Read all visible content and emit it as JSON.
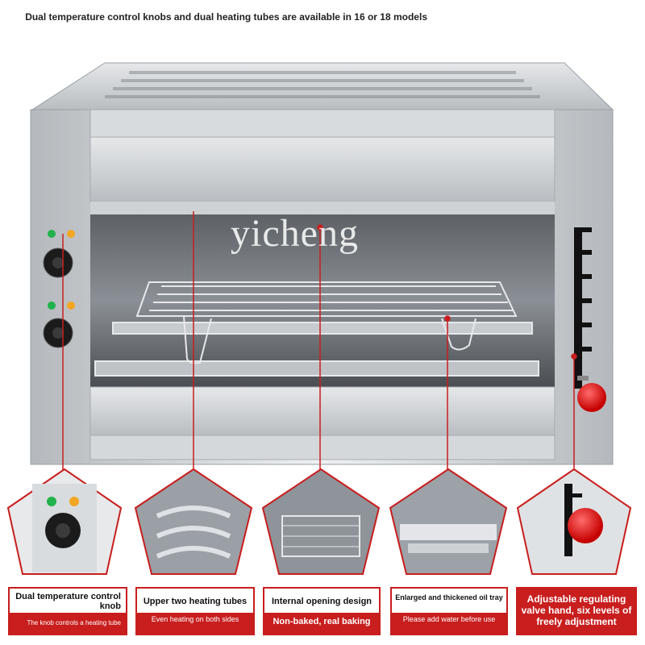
{
  "headline": "Dual temperature control knobs and dual heating tubes are available in 16 or 18 models",
  "watermark": "yicheng",
  "colors": {
    "accent": "#c81e1e",
    "steel": "#c9cdd1",
    "knob_red": "#e11b1b"
  },
  "features": [
    {
      "title": "Dual temperature control knob",
      "subtitle": "The knob controls a heating tube"
    },
    {
      "title": "Upper two heating tubes",
      "subtitle": "Even heating on both sides"
    },
    {
      "title": "Internal opening design",
      "subtitle": "Non-baked, real baking"
    },
    {
      "title": "Enlarged and thickened oil tray",
      "subtitle": "Please add water before use"
    },
    {
      "title": "Adjustable regulating valve hand, six levels of freely adjustment"
    }
  ]
}
